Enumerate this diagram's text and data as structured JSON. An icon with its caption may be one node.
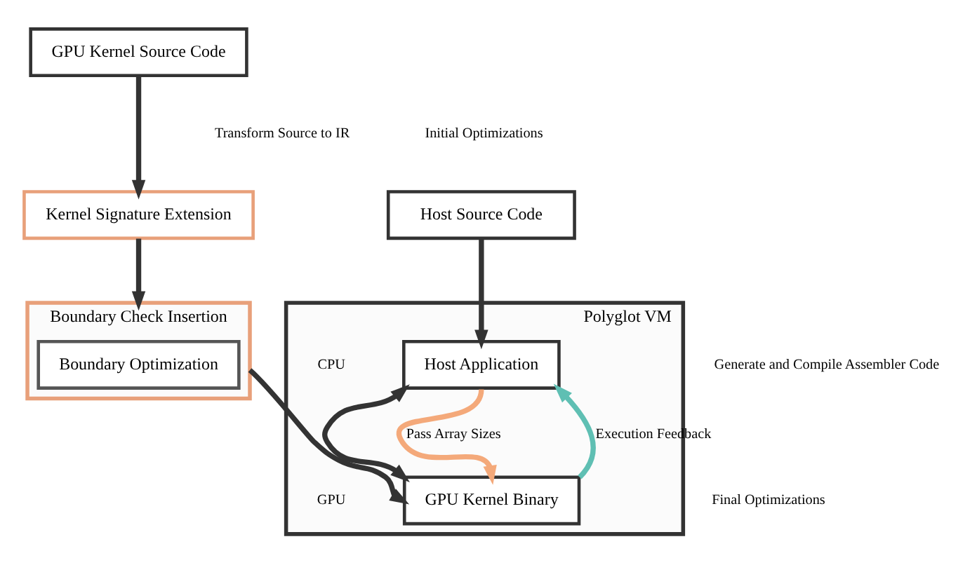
{
  "diagram": {
    "nodes": [
      {
        "text": [
          "GPU Kernel Source Code"
        ]
      },
      {
        "text": [
          "Kernel Signature Extension"
        ]
      },
      {
        "text": [
          "Boundary Check Insertion"
        ]
      },
      {
        "text": [
          "Boundary Optimization"
        ],
        "in": 2
      },
      {
        "text": [
          "Host Source Code"
        ]
      },
      {
        "text": [
          "Polyglot VM"
        ]
      },
      {
        "text": [
          "Host Application"
        ],
        "in": 5
      },
      {
        "text": [
          "GPU Kernel Binary"
        ],
        "in": 5
      }
    ],
    "edges": [
      {
        "from": 0,
        "to": 1,
        "arrow": "to"
      },
      {
        "from": 1,
        "to": 2,
        "arrow": "to"
      },
      {
        "from": 2,
        "to": 7,
        "arrow": "to"
      },
      {
        "from": 4,
        "to": 6,
        "arrow": "to"
      },
      {
        "from": 6,
        "to": 7,
        "arrow": "both"
      },
      {
        "from": 6,
        "to": 7,
        "arrow": "to",
        "label": "Pass Array Sizes",
        "color": "#f4a97a"
      },
      {
        "from": 7,
        "to": 6,
        "arrow": "to",
        "label": "Execution Feedback",
        "color": "#5fbfb3"
      }
    ],
    "labels": [
      "Transform Source to IR",
      "Initial Optimizations",
      "Generate and Compile Assembler Code",
      "Final Optimizations",
      "CPU",
      "GPU"
    ]
  }
}
